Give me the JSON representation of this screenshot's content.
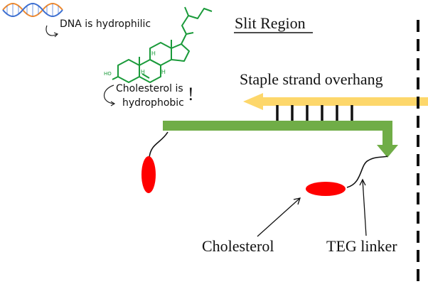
{
  "title": "Slit Region",
  "labels": {
    "dna": "DNA is hydrophilic",
    "cholesterol_note_line1": "Cholesterol is",
    "cholesterol_note_line2": "hydrophobic",
    "exclamation": "!",
    "staple": "Staple strand overhang",
    "cholesterol": "Cholesterol",
    "teg": "TEG linker",
    "ho": "HO"
  },
  "colors": {
    "staple_arrow": "#fdd76b",
    "dna_strand": "#70ad47",
    "cholesterol_blob": "#ff0000",
    "molecule": "#1a9a3a",
    "helix_orange": "#f0892c",
    "helix_blue": "#3c6fd1",
    "text": "#111111"
  },
  "icons": {
    "helix": "dna-helix-icon",
    "molecule": "cholesterol-molecule-icon"
  }
}
